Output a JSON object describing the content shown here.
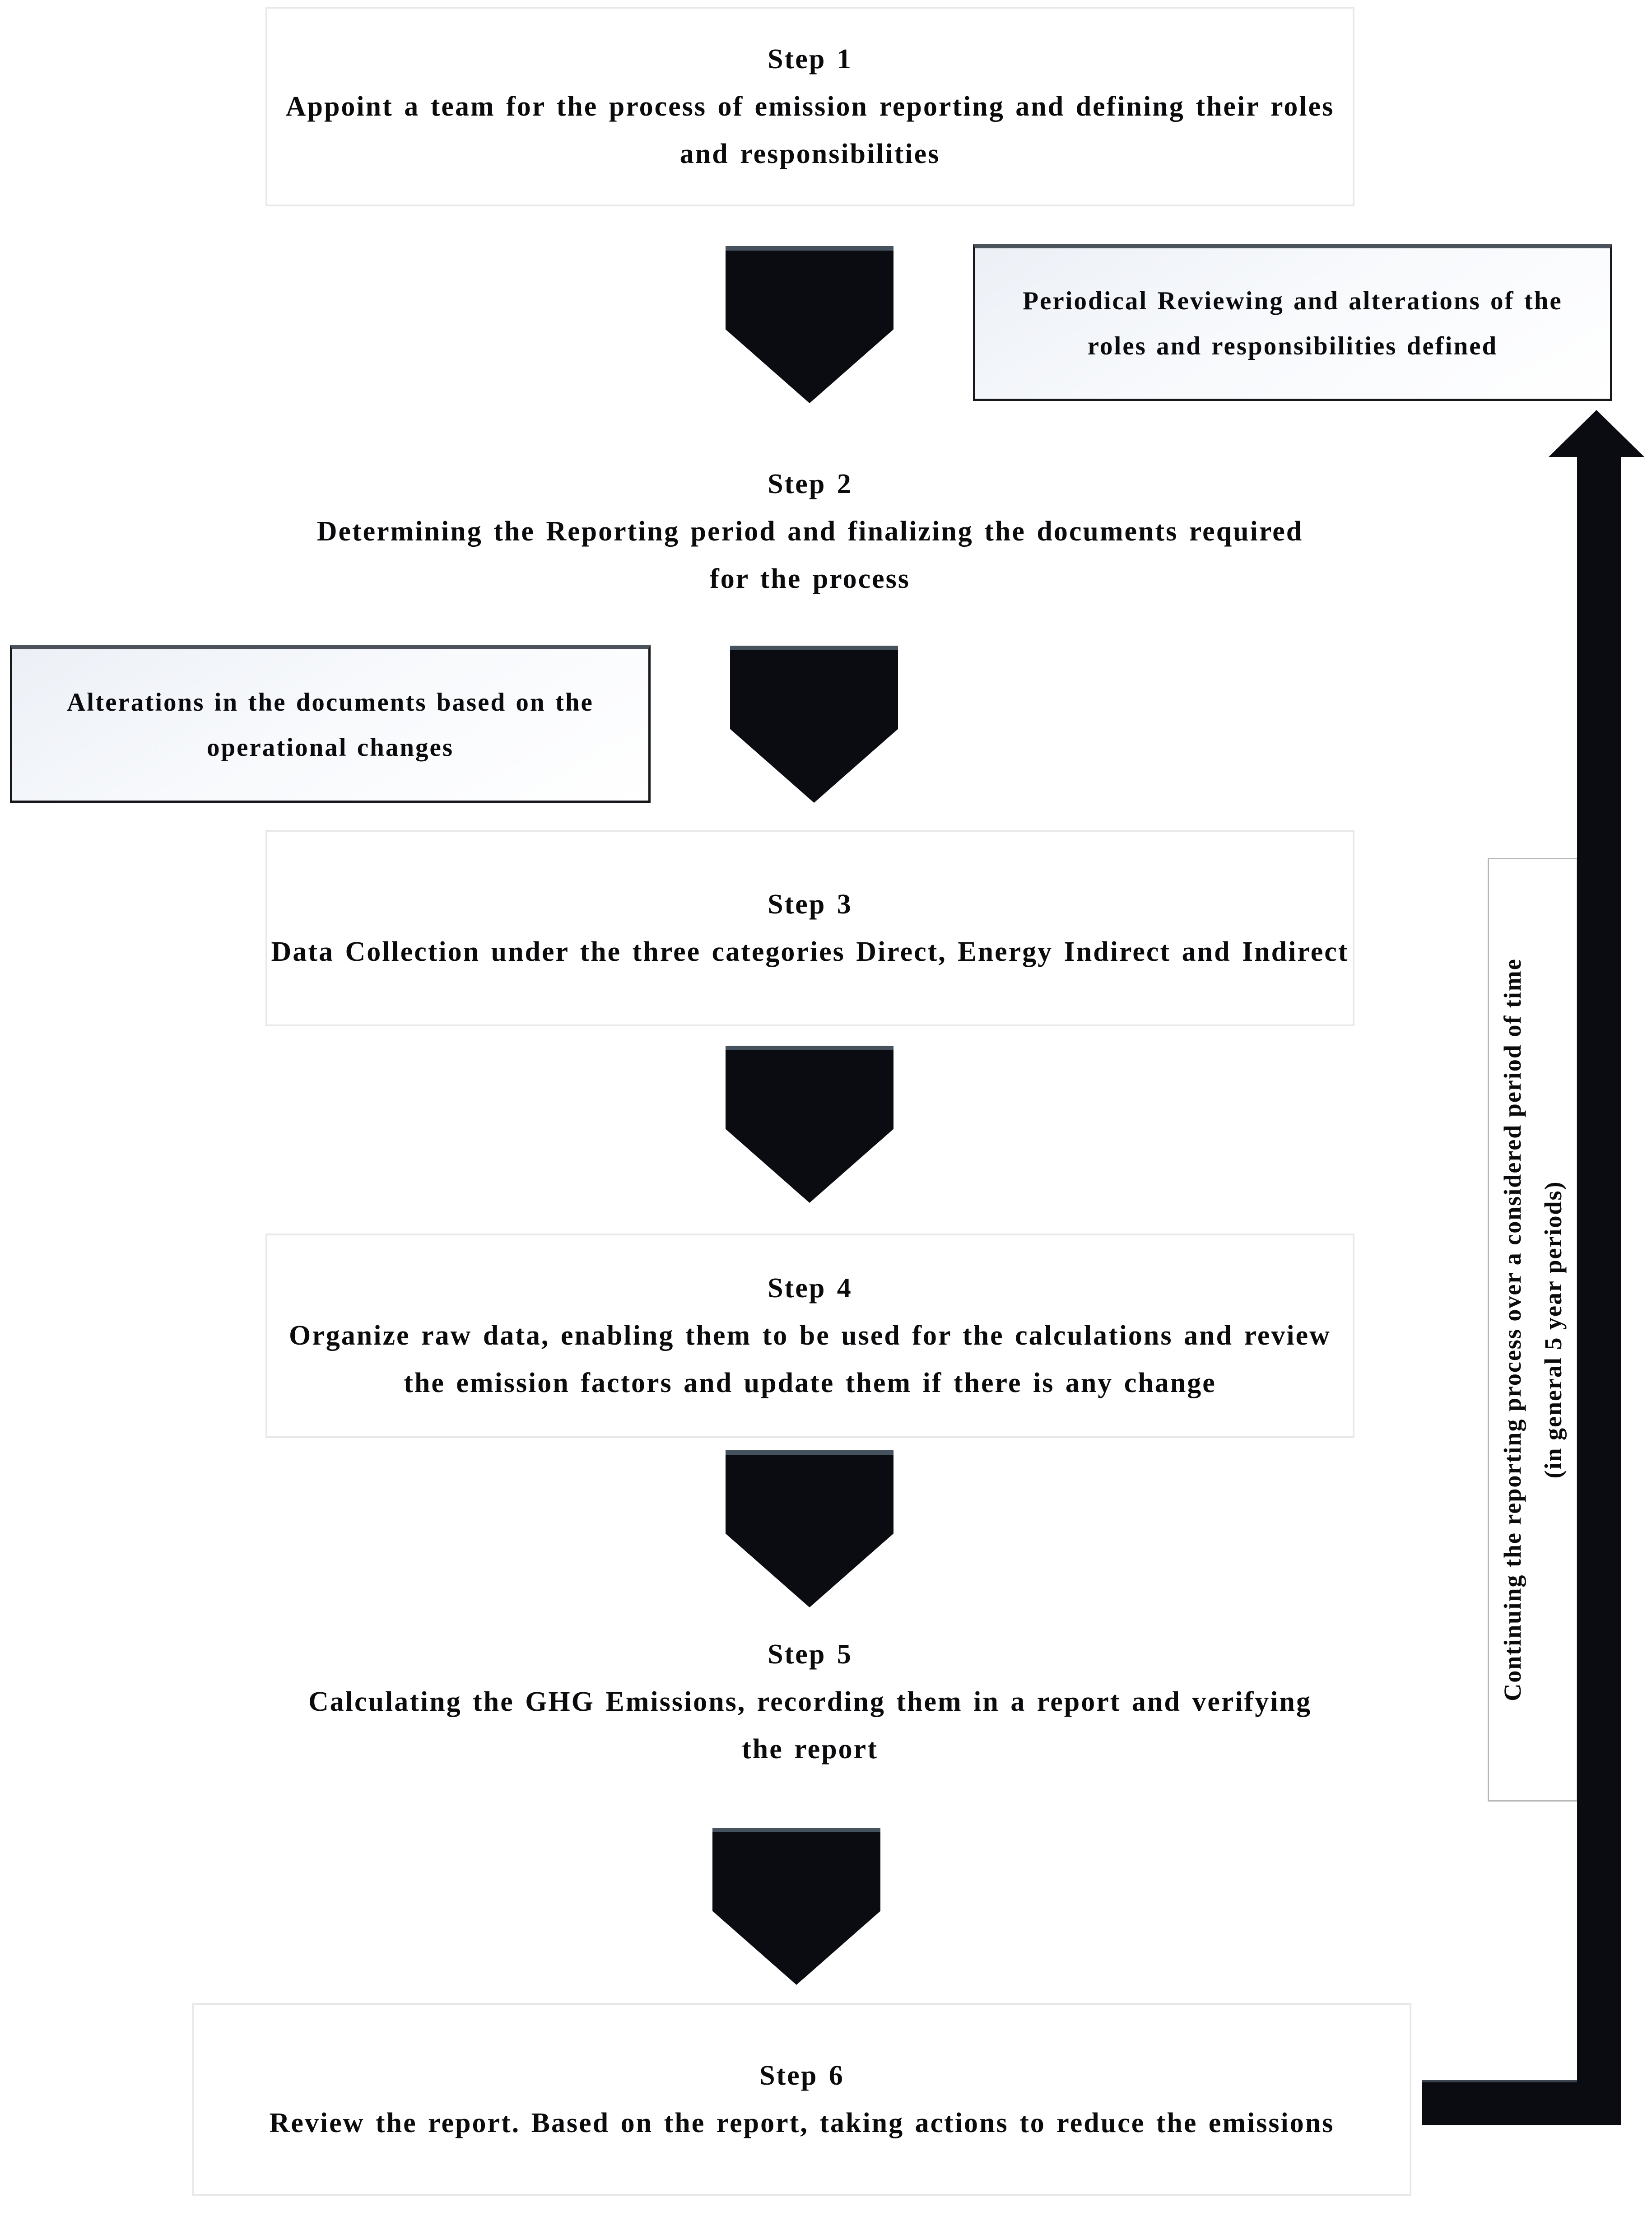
{
  "diagram": {
    "type": "flowchart",
    "steps": [
      {
        "label": "Step 1",
        "text": "Appoint a team for the process of emission reporting and defining their roles and responsibilities"
      },
      {
        "label": "Step 2",
        "text": "Determining the Reporting period and finalizing the documents required for the process"
      },
      {
        "label": "Step 3",
        "text": "Data Collection under the three categories Direct, Energy Indirect and Indirect"
      },
      {
        "label": "Step 4",
        "text": "Organize raw data, enabling them to be used for the calculations and review the emission factors and update them if there is any change"
      },
      {
        "label": "Step 5",
        "text": "Calculating the GHG Emissions, recording them in a report and verifying the report"
      },
      {
        "label": "Step 6",
        "text": "Review the report. Based on the report, taking actions to reduce the emissions"
      }
    ],
    "annotations": {
      "periodical_review": "Periodical Reviewing and alterations of the roles and responsibilities defined",
      "document_alterations": "Alterations in the documents based on the operational changes"
    },
    "loop_label": {
      "line1": "Continuing the reporting process over a considered period of time",
      "line2": "(in general 5 year periods)"
    },
    "colors": {
      "arrow_fill": "#0a0c11",
      "arrow_edge_highlight": "#47525f",
      "note_border": "#17181c",
      "note_border_top": "#4b525c",
      "note_gradient_start": "#ecf0f6",
      "step_box_border": "#e8e8e8",
      "loop_label_border": "#b7b7b7",
      "text": "#0b0b0d",
      "background": "#ffffff"
    }
  }
}
